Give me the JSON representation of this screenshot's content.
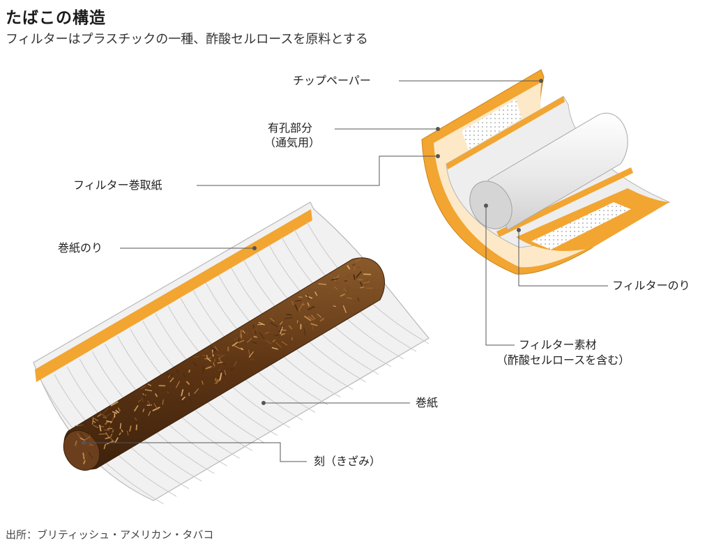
{
  "title": "たばこの構造",
  "subtitle": "フィルターはプラスチックの一種、酢酸セルロースを原料とする",
  "labels": {
    "tip_paper": "チップペーパー",
    "perforation_line1": "有孔部分",
    "perforation_line2": "（通気用）",
    "filter_wrap": "フィルター巻取紙",
    "paper_glue": "巻紙のり",
    "filter_glue": "フィルターのり",
    "filter_material_line1": "フィルター素材",
    "filter_material_line2": "（酢酸セルロースを含む）",
    "rolling_paper": "巻紙",
    "tobacco": "刻（きざみ）"
  },
  "source": "出所：ブリティッシュ・アメリカン・タバコ",
  "colors": {
    "orange": "#f2a531",
    "paper": "#f1f1f1",
    "paper_line": "#c9c9c9",
    "tobacco": "#6b3f1d",
    "leader": "#555555"
  }
}
